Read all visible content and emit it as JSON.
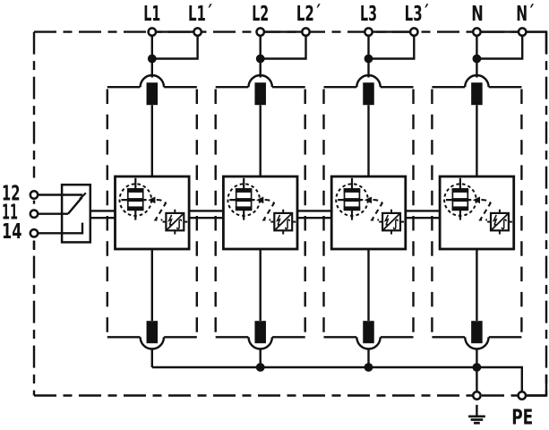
{
  "diagram": {
    "kind": "surge-protective-device basic circuit diagram",
    "background_color": "#ffffff",
    "ink_color": "#111111",
    "protection_paths": 4
  },
  "top_terminals": [
    {
      "label": "L1"
    },
    {
      "label": "L1´"
    },
    {
      "label": "L2"
    },
    {
      "label": "L2´"
    },
    {
      "label": "L3"
    },
    {
      "label": "L3´"
    },
    {
      "label": "N"
    },
    {
      "label": "N´"
    }
  ],
  "signal_contact_terminals": [
    {
      "label": "12"
    },
    {
      "label": "11"
    },
    {
      "label": "14"
    }
  ],
  "earth_terminal": {
    "label": "PE"
  },
  "icons": {
    "spark_gap": "spark-gap-in-dashed-circle-icon",
    "trigger_unit": "lightning-integral-box-icon",
    "actuation_arrow": "left-pointing-filled-triangle",
    "module_contact": "plug-contact-arch-with-bar",
    "changeover_contact": "changeover-switch-icon",
    "earth_ground": "earth-ground-icon"
  }
}
